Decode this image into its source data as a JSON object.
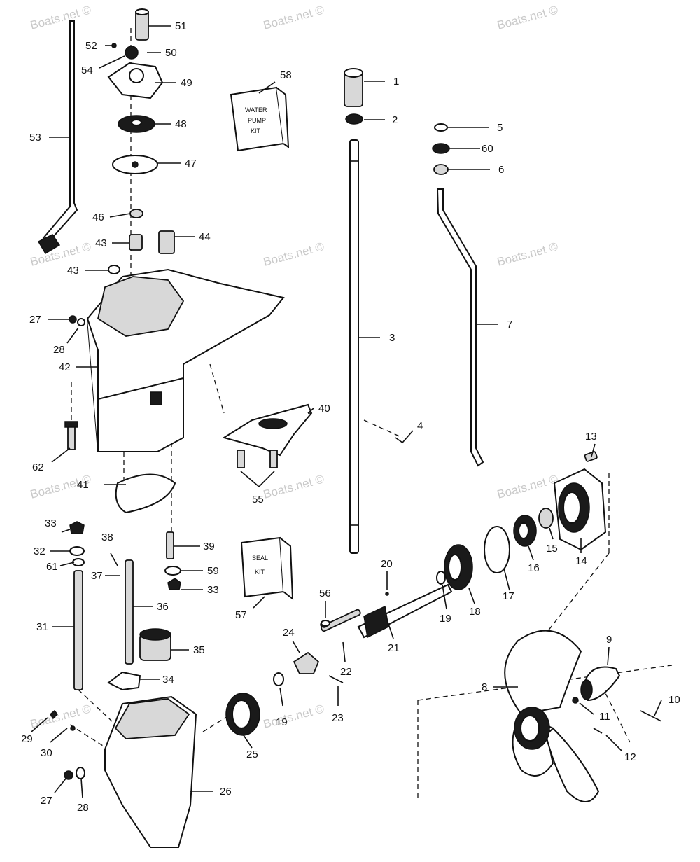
{
  "watermark": "Boats.net ©",
  "kits": {
    "water_pump": [
      "WATER",
      "PUMP",
      "KIT"
    ],
    "seal": [
      "SEAL",
      "KIT"
    ]
  },
  "callouts": [
    "1",
    "2",
    "3",
    "4",
    "5",
    "60",
    "6",
    "7",
    "8",
    "9",
    "10",
    "11",
    "12",
    "13",
    "14",
    "15",
    "16",
    "17",
    "18",
    "19",
    "19",
    "20",
    "21",
    "22",
    "23",
    "24",
    "25",
    "26",
    "27",
    "28",
    "27",
    "28",
    "29",
    "30",
    "31",
    "32",
    "33",
    "33",
    "34",
    "35",
    "36",
    "37",
    "38",
    "39",
    "40",
    "41",
    "42",
    "43",
    "43",
    "44",
    "46",
    "47",
    "48",
    "49",
    "50",
    "51",
    "52",
    "53",
    "54",
    "55",
    "56",
    "57",
    "58",
    "59",
    "61",
    "62"
  ]
}
